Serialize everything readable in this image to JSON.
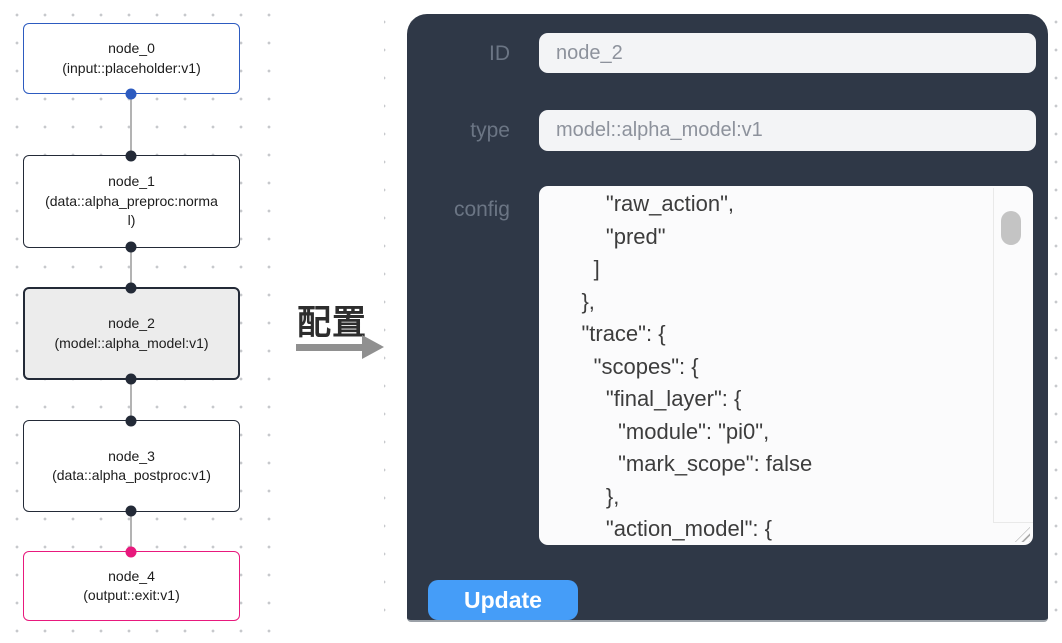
{
  "graph": {
    "nodes": [
      {
        "id": "node_0",
        "type": "(input::placeholder:v1)",
        "state": "input"
      },
      {
        "id": "node_1",
        "type": "(data::alpha_preproc:normal)",
        "state": "default"
      },
      {
        "id": "node_2",
        "type": "(model::alpha_model:v1)",
        "state": "selected"
      },
      {
        "id": "node_3",
        "type": "(data::alpha_postproc:v1)",
        "state": "default"
      },
      {
        "id": "node_4",
        "type": "(output::exit:v1)",
        "state": "output"
      }
    ],
    "edges": [
      {
        "from": "node_0",
        "to": "node_1"
      },
      {
        "from": "node_1",
        "to": "node_2"
      },
      {
        "from": "node_2",
        "to": "node_3"
      },
      {
        "from": "node_3",
        "to": "node_4"
      }
    ]
  },
  "annotation": {
    "label": "配置"
  },
  "panel": {
    "id_label": "ID",
    "id_value": "node_2",
    "type_label": "type",
    "type_value": "model::alpha_model:v1",
    "config_label": "config",
    "config_text": "        \"raw_action\",\n        \"pred\"\n      ]\n    },\n    \"trace\": {\n      \"scopes\": {\n        \"final_layer\": {\n          \"module\": \"pi0\",\n          \"mark_scope\": false\n        },\n        \"action_model\": {",
    "update_label": "Update"
  },
  "colors": {
    "panel_bg": "#2f3847",
    "button_blue": "#459df8",
    "node_input_blue": "#2d5bc0",
    "node_output_pink": "#e8197d",
    "node_border_dark": "#232a37",
    "selected_node_bg": "#ececec",
    "edge_gray": "#b3b3b3",
    "field_bg": "#f3f4f6",
    "label_gray": "#6b7584"
  }
}
